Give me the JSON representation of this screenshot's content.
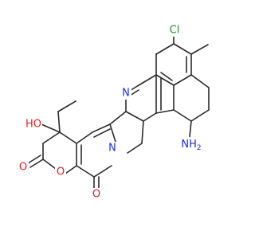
{
  "atoms": [
    {
      "id": "Cl",
      "text": "Cl",
      "color": "#1f8f1f"
    },
    {
      "id": "N_ring",
      "text": "N",
      "color": "#1d2fd6"
    },
    {
      "id": "N_lactam",
      "text": "N",
      "color": "#1d2fd6"
    },
    {
      "id": "OH",
      "text": "HO",
      "color": "#e02020"
    },
    {
      "id": "O_lactone_carbonyl",
      "text": "O",
      "color": "#e02020"
    },
    {
      "id": "O_ring",
      "text": "O",
      "color": "#e02020"
    },
    {
      "id": "O_lactam_carbonyl",
      "text": "O",
      "color": "#e02020"
    },
    {
      "id": "NH2",
      "text": "NH",
      "sub": "2",
      "color": "#1d2fd6"
    }
  ]
}
